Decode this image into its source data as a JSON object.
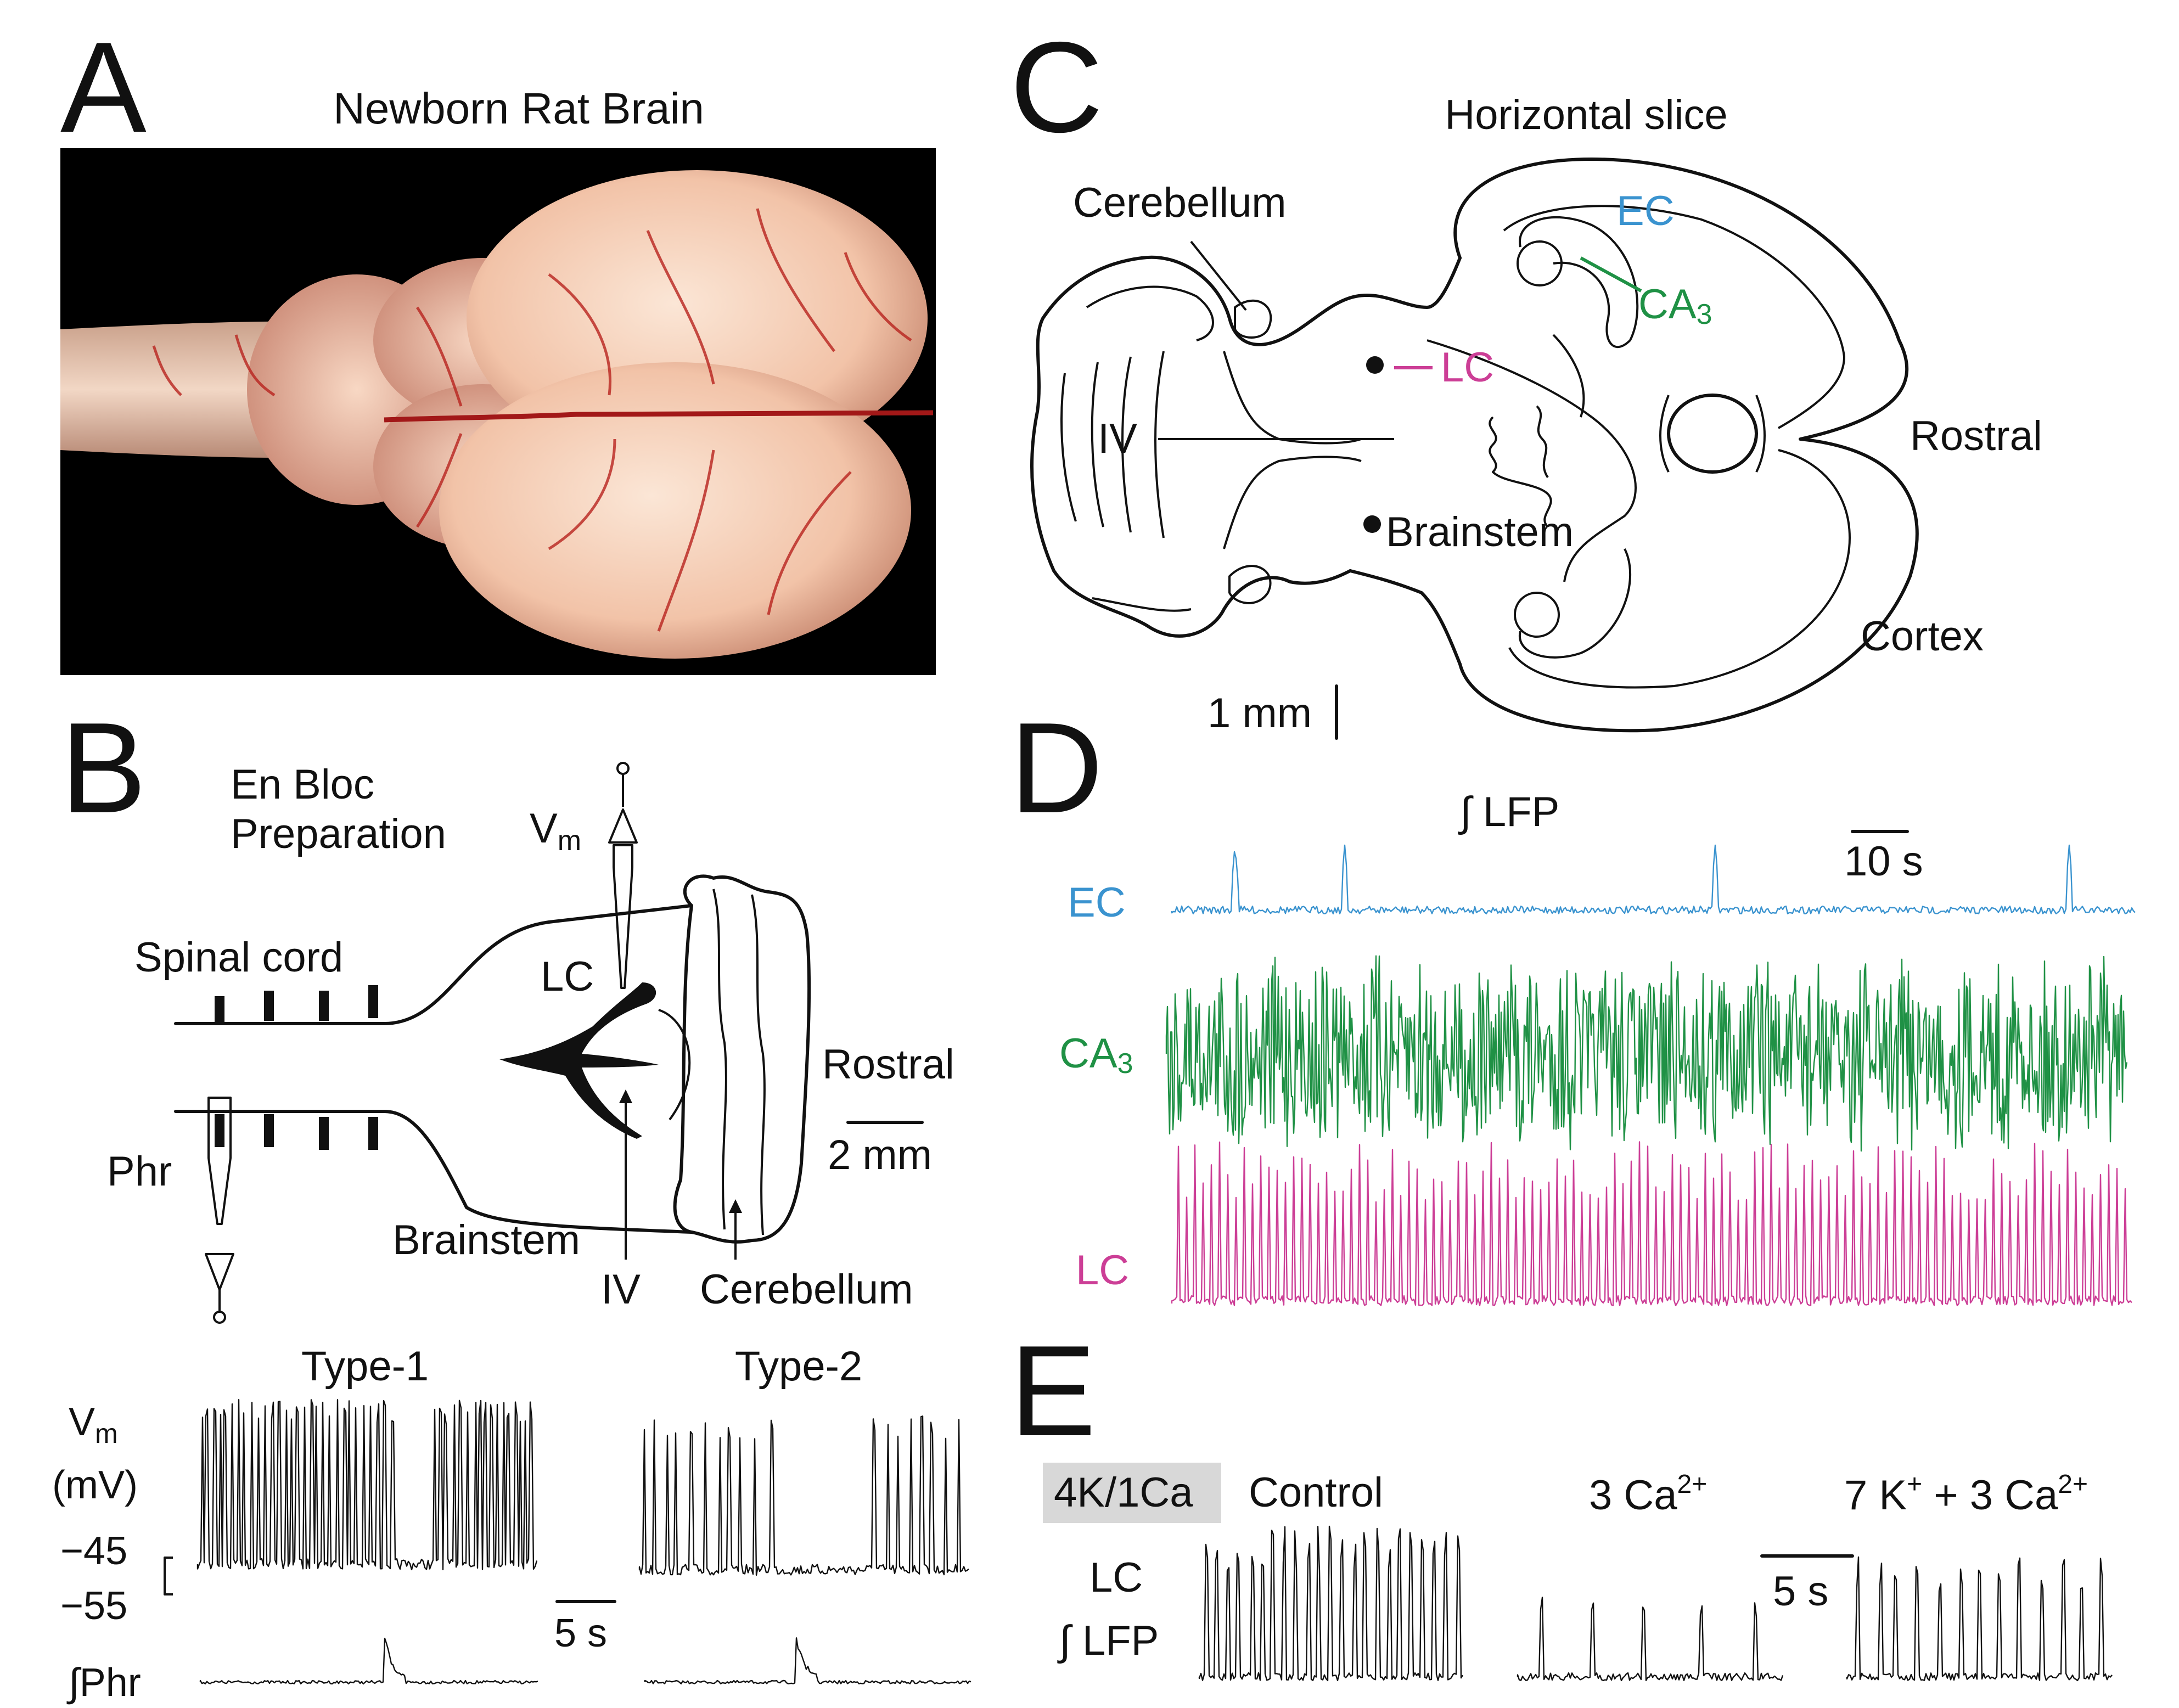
{
  "panel_labels": {
    "a": "A",
    "b": "B",
    "c": "C",
    "d": "D",
    "e": "E"
  },
  "panel_a": {
    "title": "Newborn Rat Brain"
  },
  "panel_b": {
    "title_line1": "En Bloc",
    "title_line2": "Preparation",
    "vm": "V",
    "vm_sub": "m",
    "spinal_cord": "Spinal cord",
    "lc": "LC",
    "rostral": "Rostral",
    "scale_bar": "2 mm",
    "phr": "Phr",
    "brainstem": "Brainstem",
    "ventricle": "IV",
    "cerebellum": "Cerebellum",
    "type1": "Type-1",
    "type2": "Type-2",
    "vm_axis_line1": "V",
    "vm_axis_sub": "m",
    "vm_axis_line2": "(mV)",
    "v_top": "−45",
    "v_bottom": "−55",
    "time_scale": "5 s",
    "int_phr": "∫Phr"
  },
  "panel_c": {
    "title": "Horizontal slice",
    "cerebellum": "Cerebellum",
    "ec": "EC",
    "ca3_base": "CA",
    "ca3_sub": "3",
    "lc": "LC",
    "ventricle": "IV",
    "rostral": "Rostral",
    "brainstem": "Brainstem",
    "cortex": "Cortex",
    "scale_bar": "1 mm"
  },
  "panel_d": {
    "title": "∫ LFP",
    "time_scale": "10 s",
    "ec": "EC",
    "ca3_base": "CA",
    "ca3_sub": "3",
    "lc": "LC"
  },
  "panel_e": {
    "badge": "4K/1Ca",
    "control": "Control",
    "ca_cond": "3 Ca",
    "ca_sup": "2+",
    "k_cond_a": "7 K",
    "k_cond_sup1": "+",
    "k_cond_b": " + 3 Ca",
    "k_cond_sup2": "2+",
    "time_scale": "5 s",
    "lc": "LC",
    "int_lfp": "∫ LFP"
  },
  "colors": {
    "ec": "#3a93cf",
    "ca3": "#1f9145",
    "lc": "#cc3e96",
    "badge_bg": "#d8d8d8",
    "photo_bg": "#000000",
    "tissue": "#f3c8b0"
  }
}
